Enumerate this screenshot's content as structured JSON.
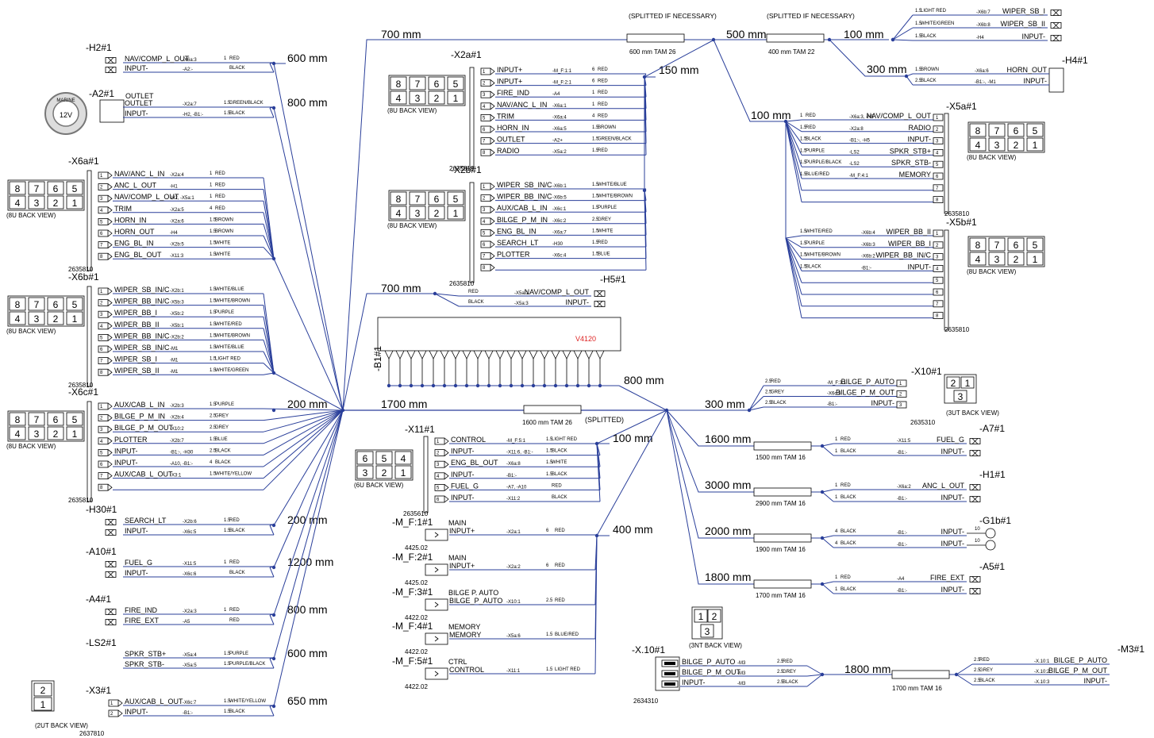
{
  "backViews": {
    "u8": "(8U BACK VIEW)",
    "u6": "(6U BACK VIEW)",
    "u3": "(3UT BACK VIEW)",
    "nt3": "(3NT BACK VIEW)",
    "u2": "(2UT BACK VIEW)"
  },
  "grids": {
    "top": [
      "8",
      "7",
      "6",
      "5"
    ],
    "bottom": [
      "4",
      "3",
      "2",
      "1"
    ],
    "six_top": [
      "6",
      "5",
      "4"
    ],
    "six_bottom": [
      "3",
      "2",
      "1"
    ]
  },
  "module": {
    "label": "V4120",
    "id": "-B1#1"
  },
  "outlet": {
    "badge_top": "MARINE",
    "badge_volt": "12V"
  },
  "left": [
    {
      "id": "-H2#1",
      "len": "600 mm",
      "rows": [
        {
          "name": "NAV/COMP_L_OUT",
          "to": "-X6a:3",
          "g": "1",
          "c": "RED"
        },
        {
          "name": "INPUT-",
          "to": "-A2:-",
          "g": "",
          "c": "BLACK"
        }
      ]
    },
    {
      "id": "-A2#1",
      "title": "OUTLET",
      "len": "800 mm",
      "rows": [
        {
          "name": "OUTLET",
          "to": "-X2a:7",
          "g": "1.5",
          "c": "GREEN/BLACK"
        },
        {
          "name": "INPUT-",
          "to": "-H2, -B1:-",
          "g": "1.5",
          "c": "BLACK"
        }
      ]
    },
    {
      "id": "-X6a#1",
      "part": "2635810",
      "rows": [
        {
          "name": "NAV/ANC_L_IN",
          "to": "-X2a:4",
          "g": "1",
          "c": "RED"
        },
        {
          "name": "ANC_L_OUT",
          "to": "-H1",
          "g": "1",
          "c": "RED"
        },
        {
          "name": "NAV/COMP_L_OUT",
          "to": "-H2, -X5a:1",
          "g": "1",
          "c": "RED"
        },
        {
          "name": "TRIM",
          "to": "-X2a:5",
          "g": "4",
          "c": "RED"
        },
        {
          "name": "HORN_IN",
          "to": "-X2a:6",
          "g": "1.5",
          "c": "BROWN"
        },
        {
          "name": "HORN_OUT",
          "to": "-H4",
          "g": "1.5",
          "c": "BROWN"
        },
        {
          "name": "ENG_BL_IN",
          "to": "-X2b:5",
          "g": "1.5",
          "c": "WHITE"
        },
        {
          "name": "ENG_BL_OUT",
          "to": "-X11:3",
          "g": "1.5",
          "c": "WHITE"
        }
      ]
    },
    {
      "id": "-X6b#1",
      "part": "2635810",
      "rows": [
        {
          "name": "WIPER_SB_IN/C",
          "to": "-X2b:1",
          "g": "1.5",
          "c": "WHITE/BLUE"
        },
        {
          "name": "WIPER_BB_IN/C",
          "to": "-X5b:3",
          "g": "1.5",
          "c": "WHITE/BROWN"
        },
        {
          "name": "WIPER_BB_I",
          "to": "-X5b:2",
          "g": "1.5",
          "c": "PURPLE"
        },
        {
          "name": "WIPER_BB_II",
          "to": "-X5b:1",
          "g": "1.5",
          "c": "WHITE/RED"
        },
        {
          "name": "WIPER_BB_IN/C",
          "to": "-X2b:2",
          "g": "1.5",
          "c": "WHITE/BROWN"
        },
        {
          "name": "WIPER_SB_IN/C",
          "to": "-M1",
          "g": "1.5",
          "c": "WHITE/BLUE"
        },
        {
          "name": "WIPER_SB_I",
          "to": "-M1",
          "g": "1.5",
          "c": "LIGHT RED"
        },
        {
          "name": "WIPER_SB_II",
          "to": "-M1",
          "g": "1.5",
          "c": "WHITE/GREEN"
        }
      ]
    },
    {
      "id": "-X6c#1",
      "part": "2635810",
      "len": "200 mm",
      "rows": [
        {
          "name": "AUX/CAB_L_IN",
          "to": "-X2b:3",
          "g": "1.5",
          "c": "PURPLE"
        },
        {
          "name": "BILGE_P_M_IN",
          "to": "-X2b:4",
          "g": "2.5",
          "c": "GREY"
        },
        {
          "name": "BILGE_P_M_OUT",
          "to": "-X10:2",
          "g": "2.5",
          "c": "GREY"
        },
        {
          "name": "PLOTTER",
          "to": "-X2b:7",
          "g": "1.5",
          "c": "BLUE"
        },
        {
          "name": "INPUT-",
          "to": "-B1:-, -H30",
          "g": "2.5",
          "c": "BLACK"
        },
        {
          "name": "INPUT-",
          "to": "-A10, -B1:-",
          "g": "4",
          "c": "BLACK"
        },
        {
          "name": "AUX/CAB_L_OUT",
          "to": "-X3:1",
          "g": "1.5",
          "c": "WHITE/YELLOW"
        },
        {
          "name": "",
          "to": "",
          "g": "",
          "c": ""
        }
      ]
    },
    {
      "id": "-H30#1",
      "len": "200 mm",
      "rows": [
        {
          "name": "SEARCH_LT",
          "to": "-X2b:6",
          "g": "1.5",
          "c": "RED"
        },
        {
          "name": "INPUT-",
          "to": "-X6c:5",
          "g": "1.5",
          "c": "BLACK"
        }
      ]
    },
    {
      "id": "-A10#1",
      "len": "1200 mm",
      "rows": [
        {
          "name": "FUEL_G",
          "to": "-X11:5",
          "g": "1",
          "c": "RED"
        },
        {
          "name": "INPUT-",
          "to": "-X6c:6",
          "g": "",
          "c": "BLACK"
        }
      ]
    },
    {
      "id": "-A4#1",
      "len": "800 mm",
      "rows": [
        {
          "name": "FIRE_IND",
          "to": "-X2a:3",
          "g": "1",
          "c": "RED"
        },
        {
          "name": "FIRE_EXT",
          "to": "-A5",
          "g": "",
          "c": "RED"
        }
      ]
    },
    {
      "id": "-LS2#1",
      "len": "600 mm",
      "rows": [
        {
          "name": "SPKR_STB+",
          "to": "-X5a:4",
          "g": "1.5",
          "c": "PURPLE"
        },
        {
          "name": "SPKR_STB-",
          "to": "-X5a:5",
          "g": "1.5",
          "c": "PURPLE/BLACK"
        }
      ]
    },
    {
      "id": "-X3#1",
      "part": "2637810",
      "len": "650 mm",
      "rows": [
        {
          "name": "AUX/CAB_L_OUT",
          "to": "-X6c:7",
          "g": "1.5",
          "c": "WHITE/YELLOW"
        },
        {
          "name": "INPUT-",
          "to": "-B1:-",
          "g": "1.5",
          "c": "BLACK"
        }
      ]
    }
  ],
  "x2a": {
    "id": "-X2a#1",
    "part": "2635810",
    "len": "150 mm",
    "rows": [
      {
        "name": "INPUT+",
        "to": "-M_F:1:1",
        "g": "6",
        "c": "RED"
      },
      {
        "name": "INPUT+",
        "to": "-M_F:2:1",
        "g": "6",
        "c": "RED"
      },
      {
        "name": "FIRE_IND",
        "to": "-A4",
        "g": "1",
        "c": "RED"
      },
      {
        "name": "NAV/ANC_L_IN",
        "to": "-X6a:1",
        "g": "1",
        "c": "RED"
      },
      {
        "name": "TRIM",
        "to": "-X6a:4",
        "g": "4",
        "c": "RED"
      },
      {
        "name": "HORN_IN",
        "to": "-X6a:5",
        "g": "1.5",
        "c": "BROWN"
      },
      {
        "name": "OUTLET",
        "to": "-A2+",
        "g": "1.5",
        "c": "GREEN/BLACK"
      },
      {
        "name": "RADIO",
        "to": "-X5a:2",
        "g": "1.5",
        "c": "RED"
      }
    ]
  },
  "x2b": {
    "id": "-X2b#1",
    "part": "2635810",
    "rows": [
      {
        "name": "WIPER_SB_IN/C",
        "to": "-X6b:1",
        "g": "1.5",
        "c": "WHITE/BLUE"
      },
      {
        "name": "WIPER_BB_IN/C",
        "to": "-X6b:5",
        "g": "1.5",
        "c": "WHITE/BROWN"
      },
      {
        "name": "AUX/CAB_L_IN",
        "to": "-X6c:1",
        "g": "1.5",
        "c": "PURPLE"
      },
      {
        "name": "BILGE_P_M_IN",
        "to": "-X6c:2",
        "g": "2.5",
        "c": "GREY"
      },
      {
        "name": "ENG_BL_IN",
        "to": "-X6a:7",
        "g": "1.5",
        "c": "WHITE"
      },
      {
        "name": "SEARCH_LT",
        "to": "-H30",
        "g": "1.5",
        "c": "RED"
      },
      {
        "name": "PLOTTER",
        "to": "-X6c:4",
        "g": "1.5",
        "c": "BLUE"
      },
      {
        "name": "",
        "to": "",
        "g": "",
        "c": ""
      }
    ]
  },
  "x11": {
    "id": "-X11#1",
    "part": "2635610",
    "len": "100 mm",
    "rows": [
      {
        "name": "CONTROL",
        "to": "-M_F:5:1",
        "g": "1.5",
        "c": "LIGHT RED"
      },
      {
        "name": "INPUT-",
        "to": "-X11:6, -B1:-",
        "g": "1.5",
        "c": "BLACK"
      },
      {
        "name": "ENG_BL_OUT",
        "to": "-X6a:8",
        "g": "1.5",
        "c": "WHITE"
      },
      {
        "name": "INPUT-",
        "to": "-B1:-",
        "g": "1.5",
        "c": "BLACK"
      },
      {
        "name": "FUEL_G",
        "to": "-A7, -A10",
        "g": "",
        "c": "RED"
      },
      {
        "name": "INPUT-",
        "to": "-X11:2",
        "g": "",
        "c": "BLACK"
      }
    ]
  },
  "fuses": {
    "len": "400 mm",
    "items": [
      {
        "id": "-M_F:1#1",
        "title": "MAIN",
        "part": "4425.02",
        "name": "INPUT+",
        "to": "-X2a:1",
        "g": "6",
        "c": "RED"
      },
      {
        "id": "-M_F:2#1",
        "title": "MAIN",
        "part": "4425.02",
        "name": "INPUT+",
        "to": "-X2a:2",
        "g": "6",
        "c": "RED"
      },
      {
        "id": "-M_F:3#1",
        "title": "BILGE P. AUTO",
        "part": "4422.02",
        "name": "BILGE_P_AUTO",
        "to": "-X10:1",
        "g": "2.5",
        "c": "RED"
      },
      {
        "id": "-M_F:4#1",
        "title": "MEMORY",
        "part": "4422.02",
        "name": "MEMORY",
        "to": "-X5a:6",
        "g": "1.5",
        "c": "BLUE/RED"
      },
      {
        "id": "-M_F:5#1",
        "title": "CTRL",
        "part": "4422.02",
        "name": "CONTROL",
        "to": "-X11:1",
        "g": "1.5",
        "c": "LIGHT RED"
      }
    ]
  },
  "trunk": {
    "len_top": "700 mm",
    "len_mid": "700 mm",
    "len_bus": "1700 mm",
    "len_b1": "800 mm",
    "split_top": "(SPLITTED IF NECESSARY)",
    "split_top_tam": "600 mm TAM 26",
    "len_500": "500 mm",
    "split_top2": "(SPLITTED IF NECESSARY)",
    "split_top2_tam": "400 mm TAM 22",
    "len_100a": "100 mm",
    "len_300": "300 mm",
    "len_100b": "100 mm",
    "bus_tam": "1600 mm TAM 26",
    "bus_split": "(SPLITTED)"
  },
  "topRight": {
    "rows": [
      {
        "name": "WIPER_SB_I",
        "to": "-X6b:7",
        "g": "1.5",
        "c": "LIGHT RED"
      },
      {
        "name": "WIPER_SB_II",
        "to": "-X6b:8",
        "g": "1.5",
        "c": "WHITE/GREEN"
      },
      {
        "name": "INPUT-",
        "to": "-H4",
        "g": "1.5",
        "c": "BLACK"
      }
    ]
  },
  "h4": {
    "id": "-H4#1",
    "rows": [
      {
        "name": "HORN_OUT",
        "to": "-X6a:6",
        "g": "1.5",
        "c": "BROWN"
      },
      {
        "name": "INPUT-",
        "to": "-B1:-, -M1",
        "g": "2.5",
        "c": "BLACK"
      }
    ]
  },
  "x5a": {
    "id": "-X5a#1",
    "part": "2635810",
    "rows": [
      {
        "name": "NAV/COMP_L_OUT",
        "to": "-X6a:3, -H5",
        "g": "1",
        "c": "RED"
      },
      {
        "name": "RADIO",
        "to": "-X2a:8",
        "g": "1.5",
        "c": "RED"
      },
      {
        "name": "INPUT-",
        "to": "-B1:-, -H5",
        "g": "1.5",
        "c": "BLACK"
      },
      {
        "name": "SPKR_STB+",
        "to": "-LS2",
        "g": "1.5",
        "c": "PURPLE"
      },
      {
        "name": "SPKR_STB-",
        "to": "-LS2",
        "g": "1.5",
        "c": "PURPLE/BLACK"
      },
      {
        "name": "MEMORY",
        "to": "-M_F:4:1",
        "g": "1.5",
        "c": "BLUE/RED"
      },
      {
        "name": "",
        "to": "",
        "g": "",
        "c": ""
      },
      {
        "name": "",
        "to": "",
        "g": "",
        "c": ""
      }
    ]
  },
  "x5b": {
    "id": "-X5b#1",
    "part": "2635810",
    "rows": [
      {
        "name": "WIPER_BB_II",
        "to": "-X6b:4",
        "g": "1.5",
        "c": "WHITE/RED"
      },
      {
        "name": "WIPER_BB_I",
        "to": "-X6b:3",
        "g": "1.5",
        "c": "PURPLE"
      },
      {
        "name": "WIPER_BB_IN/C",
        "to": "-X6b:2",
        "g": "1.5",
        "c": "WHITE/BROWN"
      },
      {
        "name": "INPUT-",
        "to": "-B1:-",
        "g": "1.5",
        "c": "BLACK"
      },
      {
        "name": "",
        "to": "",
        "g": "",
        "c": ""
      },
      {
        "name": "",
        "to": "",
        "g": "",
        "c": ""
      },
      {
        "name": "",
        "to": "",
        "g": "",
        "c": ""
      },
      {
        "name": "",
        "to": "",
        "g": "",
        "c": ""
      }
    ]
  },
  "h5": {
    "id": "-H5#1",
    "rows": [
      {
        "name": "NAV/COMP_L_OUT",
        "to": "-X5a:1",
        "g": "",
        "c": "RED"
      },
      {
        "name": "INPUT-",
        "to": "-X5a:3",
        "g": "",
        "c": "BLACK"
      }
    ]
  },
  "x10": {
    "id": "-X10#1",
    "part": "2635310",
    "len": "300 mm",
    "rows": [
      {
        "name": "BILGE_P_AUTO",
        "to": "-M_F:3:1",
        "g": "2.5",
        "c": "RED"
      },
      {
        "name": "BILGE_P_M_OUT",
        "to": "-X6c:3",
        "g": "2.5",
        "c": "GREY"
      },
      {
        "name": "INPUT-",
        "to": "-B1:-",
        "g": "2.5",
        "c": "BLACK"
      }
    ]
  },
  "branches": [
    {
      "id": "-A7#1",
      "len": "1600 mm",
      "tam": "1500 mm TAM 16",
      "rows": [
        {
          "name": "FUEL_G",
          "to": "-X11:5",
          "g": "1",
          "c": "RED"
        },
        {
          "name": "INPUT-",
          "to": "-B1:-",
          "g": "1",
          "c": "BLACK"
        }
      ]
    },
    {
      "id": "-H1#1",
      "len": "3000 mm",
      "tam": "2900 mm TAM 16",
      "rows": [
        {
          "name": "ANC_L_OUT",
          "to": "-X6a:2",
          "g": "1",
          "c": "RED"
        },
        {
          "name": "INPUT-",
          "to": "-B1:-",
          "g": "1",
          "c": "BLACK"
        }
      ]
    },
    {
      "id": "-G1b#1",
      "len": "2000 mm",
      "tam": "1900 mm TAM 16",
      "rows": [
        {
          "name": "INPUT-",
          "to": "-B1:-",
          "g": "4",
          "c": "BLACK",
          "term": "10"
        },
        {
          "name": "INPUT-",
          "to": "-B1:-",
          "g": "4",
          "c": "BLACK",
          "term": "10"
        }
      ]
    },
    {
      "id": "-A5#1",
      "len": "1800 mm",
      "tam": "1700 mm TAM 16",
      "rows": [
        {
          "name": "FIRE_EXT",
          "to": "-A4",
          "g": "1",
          "c": "RED"
        },
        {
          "name": "INPUT-",
          "to": "-B1:-",
          "g": "1",
          "c": "BLACK"
        }
      ]
    }
  ],
  "x10b": {
    "id": "-X.10#1",
    "part": "2634310",
    "len": "1800 mm",
    "tam": "1700 mm TAM 16",
    "rows": [
      {
        "name": "BILGE_P_AUTO",
        "to": "-M3",
        "g": "2.5",
        "c": "RED"
      },
      {
        "name": "BILGE_P_M_OUT",
        "to": "-M3",
        "g": "2.5",
        "c": "GREY"
      },
      {
        "name": "INPUT-",
        "to": "-M3",
        "g": "2.5",
        "c": "BLACK"
      }
    ]
  },
  "m3": {
    "id": "-M3#1",
    "rows": [
      {
        "name": "BILGE_P_AUTO",
        "to": "-X.10:1",
        "g": "2.5",
        "c": "RED"
      },
      {
        "name": "BILGE_P_M_OUT",
        "to": "-X.10:2",
        "g": "2.5",
        "c": "GREY"
      },
      {
        "name": "INPUT-",
        "to": "-X.10:3",
        "g": "2.5",
        "c": "BLACK"
      }
    ]
  }
}
